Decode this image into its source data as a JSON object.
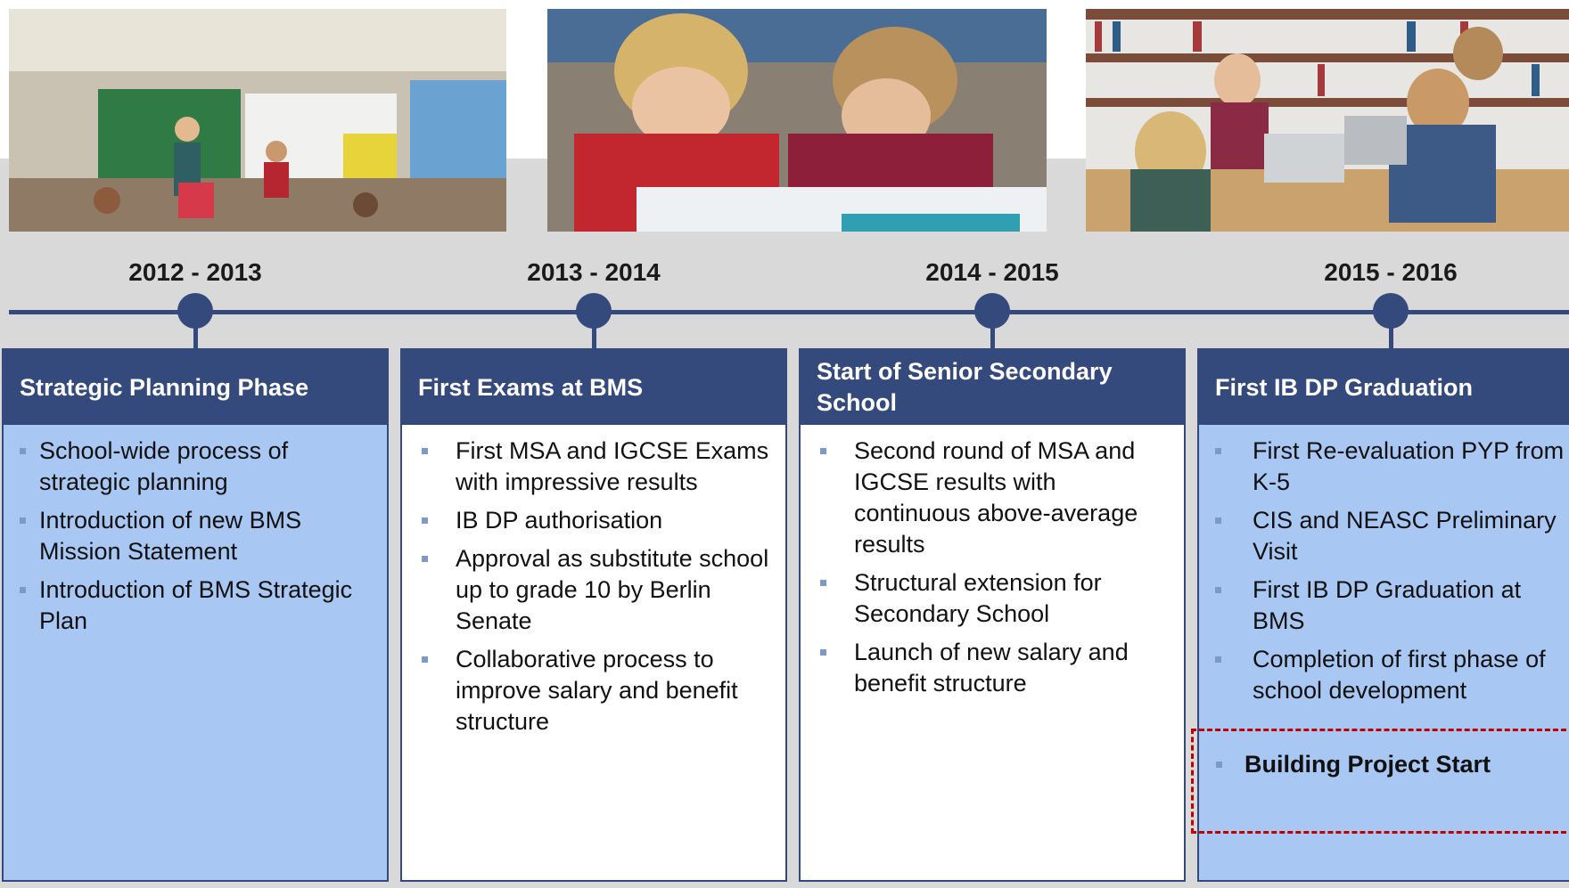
{
  "timeline": {
    "periods": [
      {
        "year": "2012 - 2013",
        "title": "Strategic Planning Phase",
        "items": [
          "School-wide process of strategic planning",
          "Introduction of new BMS Mission Statement",
          "Introduction of BMS Strategic Plan"
        ]
      },
      {
        "year": "2013 - 2014",
        "title": "First Exams at BMS",
        "items": [
          "First MSA and IGCSE Exams with impressive results",
          "IB DP authorisation",
          "Approval as substitute school up to grade 10 by Berlin Senate",
          "Collaborative process to improve salary and benefit structure"
        ]
      },
      {
        "year": "2014 - 2015",
        "title": "Start of Senior Secondary School",
        "items": [
          "Second round of MSA and IGCSE results with continuous above-average results",
          "Structural extension for Secondary School",
          "Launch of new salary and benefit structure"
        ]
      },
      {
        "year": "2015 - 2016",
        "title": "First IB DP Graduation",
        "items": [
          "First Re-evaluation PYP from K-5",
          "CIS and NEASC Preliminary Visit",
          "First IB DP Graduation at BMS",
          "Completion of first phase of school development"
        ],
        "highlight_item": "Building Project Start"
      }
    ]
  },
  "colors": {
    "primary": "#34497c",
    "card_blue": "#a9c7f3",
    "highlight_border": "#c00000",
    "background": "#d9d9d9"
  }
}
